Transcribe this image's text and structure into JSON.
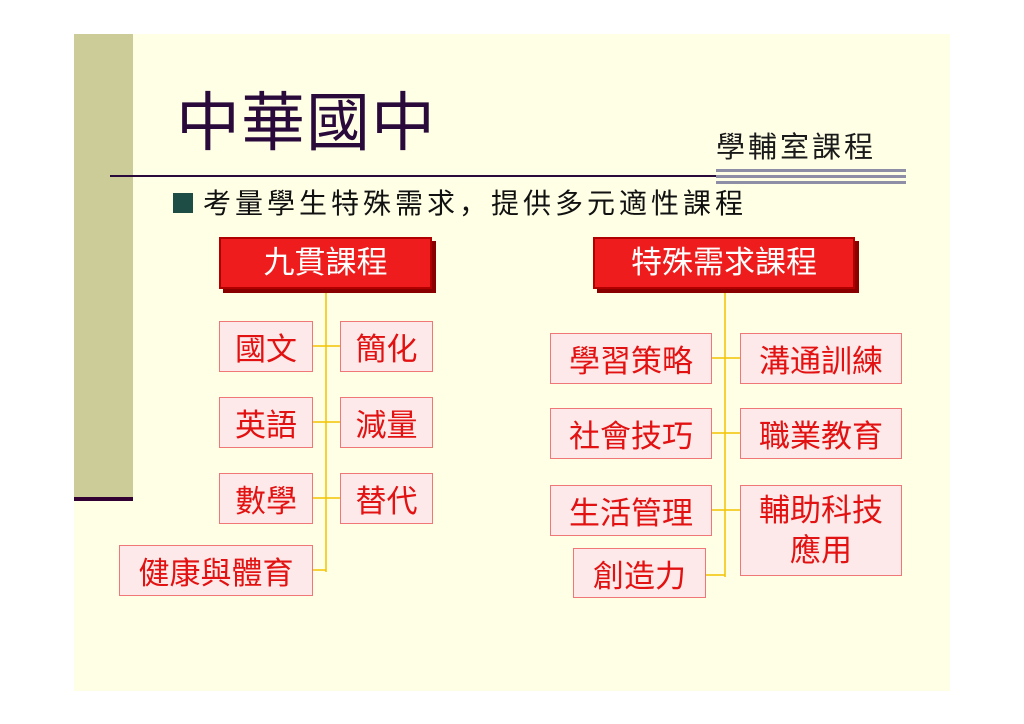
{
  "title": "中華國中",
  "subtitle": "學輔室課程",
  "bullet": "考量學生特殊需求，提供多元適性課程",
  "left_group": {
    "header": "九貫課程",
    "left_column": [
      "國文",
      "英語",
      "數學"
    ],
    "right_column": [
      "簡化",
      "減量",
      "替代"
    ],
    "bottom_item": "健康與體育"
  },
  "right_group": {
    "header": "特殊需求課程",
    "left_column": [
      "學習策略",
      "社會技巧",
      "生活管理"
    ],
    "right_column": [
      "溝通訓練",
      "職業教育"
    ],
    "multi_item": [
      "輔助科技",
      "應用"
    ],
    "bottom_item": "創造力"
  },
  "colors": {
    "slide_background": "#ffffe6",
    "side_bar": "#cccc99",
    "header_fill": "#ee1c1c",
    "item_fill": "#fde9e9",
    "item_text": "#e31212",
    "connector": "#f3c400"
  }
}
